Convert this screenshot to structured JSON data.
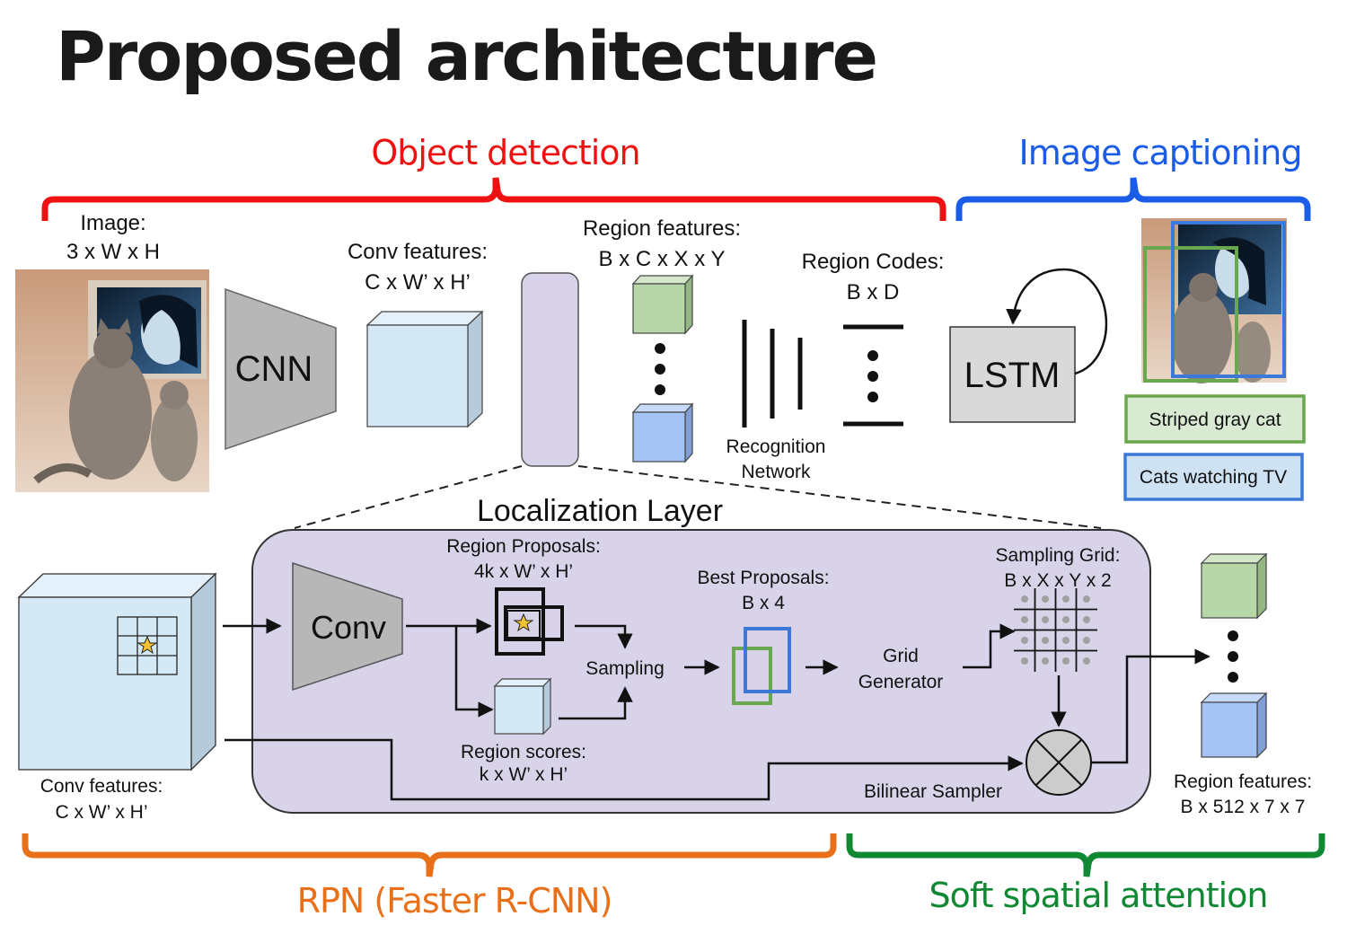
{
  "title": "Proposed architecture",
  "sections": {
    "object_detection": "Object detection",
    "image_captioning": "Image captioning",
    "rpn": "RPN (Faster R-CNN)",
    "soft_attention": "Soft spatial attention"
  },
  "top": {
    "image_label": "Image:",
    "image_dims": "3 x W x H",
    "cnn": "CNN",
    "conv_features_label": "Conv features:",
    "conv_features_dims": "C x W’ x H’",
    "region_features_label": "Region features:",
    "region_features_dims": "B x C x X x Y",
    "region_codes_label": "Region Codes:",
    "region_codes_dims": "B x D",
    "recognition_line1": "Recognition",
    "recognition_line2": "Network",
    "lstm": "LSTM"
  },
  "captions": {
    "green": "Striped gray cat",
    "blue": "Cats watching TV"
  },
  "localization": {
    "title": "Localization Layer",
    "conv": "Conv",
    "region_proposals_label": "Region Proposals:",
    "region_proposals_dims": "4k x W’ x H’",
    "region_scores_label": "Region scores:",
    "region_scores_dims": "k x W’ x H’",
    "sampling": "Sampling",
    "best_proposals_label": "Best Proposals:",
    "best_proposals_dims": "B x 4",
    "grid_line1": "Grid",
    "grid_line2": "Generator",
    "sampling_grid_label": "Sampling Grid:",
    "sampling_grid_dims": "B x X x Y x 2",
    "bilinear_sampler": "Bilinear Sampler"
  },
  "bottom": {
    "conv_features_label": "Conv features:",
    "conv_features_dims": "C x W’ x H’",
    "region_features_label": "Region features:",
    "region_features_dims": "B x 512 x 7 x 7"
  },
  "colors": {
    "object_detection": "#ee1111",
    "image_captioning": "#1a5ce6",
    "rpn": "#e8701a",
    "soft_attention": "#118833",
    "localization_bg": "#d9d3e9",
    "cube_light_blue": "#d5e8f6",
    "cube_green": "#b7d7a8",
    "cube_blue": "#a4c2f4",
    "trapezoid_gray": "#b7b7b7"
  }
}
